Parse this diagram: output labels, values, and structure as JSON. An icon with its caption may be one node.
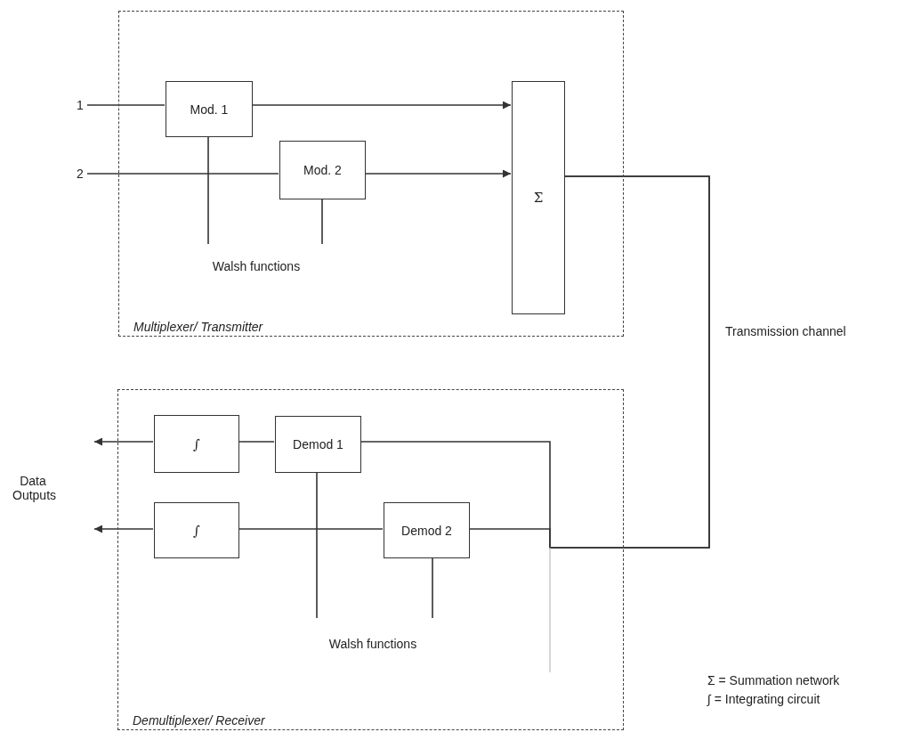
{
  "diagram": {
    "nodes": [
      {
        "text": [
          "Multiplexer/ Transmitter"
        ]
      },
      {
        "text": [
          "1"
        ]
      },
      {
        "text": [
          "2"
        ]
      },
      {
        "text": [
          "Mod. 1"
        ],
        "in": 0
      },
      {
        "text": [
          "Mod. 2"
        ],
        "in": 0
      },
      {
        "text": [
          "Σ"
        ],
        "in": 0
      },
      {
        "text": [
          "Walsh functions"
        ],
        "in": 0
      },
      {
        "text": [
          "Demultiplexer/ Receiver"
        ]
      },
      {
        "text": [
          "∫"
        ],
        "in": 7
      },
      {
        "text": [
          "Demod 1"
        ],
        "in": 7
      },
      {
        "text": [
          "∫"
        ],
        "in": 7
      },
      {
        "text": [
          "Demod 2"
        ],
        "in": 7
      },
      {
        "text": [
          "Walsh functions"
        ],
        "in": 7
      }
    ],
    "edges": [
      {
        "from": 1,
        "to": 3,
        "arrow": "none"
      },
      {
        "from": 2,
        "to": 4,
        "arrow": "none"
      },
      {
        "from": 3,
        "to": 5,
        "arrow": "to"
      },
      {
        "from": 4,
        "to": 5,
        "arrow": "to"
      },
      {
        "from": 6,
        "to": 3,
        "arrow": "none"
      },
      {
        "from": 6,
        "to": 4,
        "arrow": "none"
      },
      {
        "from": 5,
        "to": 9,
        "arrow": "none"
      },
      {
        "from": 5,
        "to": 11,
        "arrow": "none"
      },
      {
        "from": 9,
        "to": 8,
        "arrow": "none"
      },
      {
        "from": 11,
        "to": 10,
        "arrow": "none"
      },
      {
        "from": 8,
        "to": null,
        "arrow": "to"
      },
      {
        "from": 10,
        "to": null,
        "arrow": "to"
      },
      {
        "from": 12,
        "to": 9,
        "arrow": "none"
      },
      {
        "from": 12,
        "to": 11,
        "arrow": "none"
      }
    ],
    "labels": [
      "Transmission channel",
      "Data Outputs"
    ],
    "legend": [
      {
        "text": "Σ = Summation network"
      },
      {
        "text": "∫ = Integrating circuit"
      }
    ]
  }
}
